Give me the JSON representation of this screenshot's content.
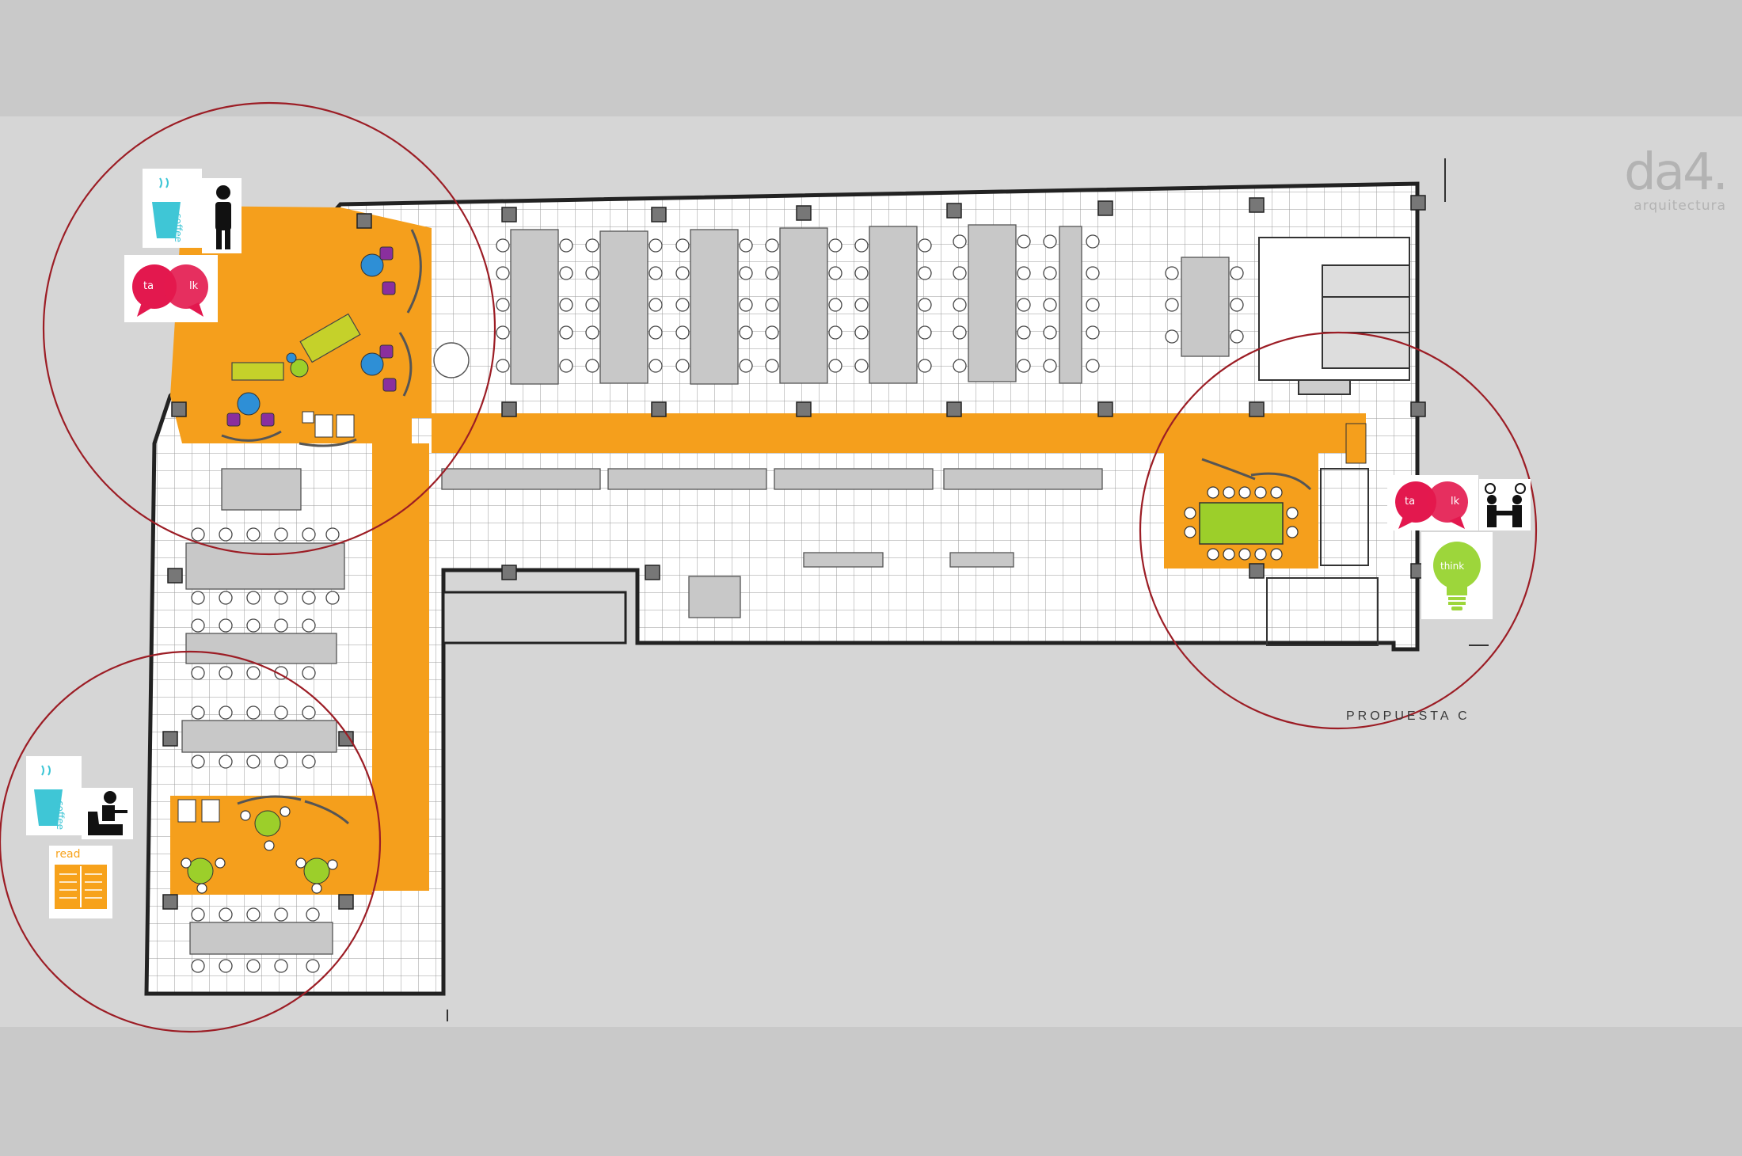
{
  "brand": {
    "name": "da4.",
    "subtitle": "arquitectura"
  },
  "caption": "PROPUESTA C",
  "icons": {
    "coffee": "coffee",
    "talk_left": "ta",
    "talk_right": "lk",
    "read": "read",
    "think": "think"
  },
  "colors": {
    "background": "#c9c9c9",
    "plan_bg": "#d6d6d6",
    "floor": "#ffffff",
    "grid": "#9a9a9a",
    "corridor": "#f59f1c",
    "circle": "#9c1d25",
    "desk": "#c8c8c8",
    "lime": "#9ccf2a",
    "blue": "#2e8fd6",
    "purple": "#8a2f9e",
    "talk_red": "#e3184e",
    "coffee_cyan": "#3fc6d6",
    "bulb_green": "#9dd63b",
    "read_orange": "#f7a21b"
  }
}
